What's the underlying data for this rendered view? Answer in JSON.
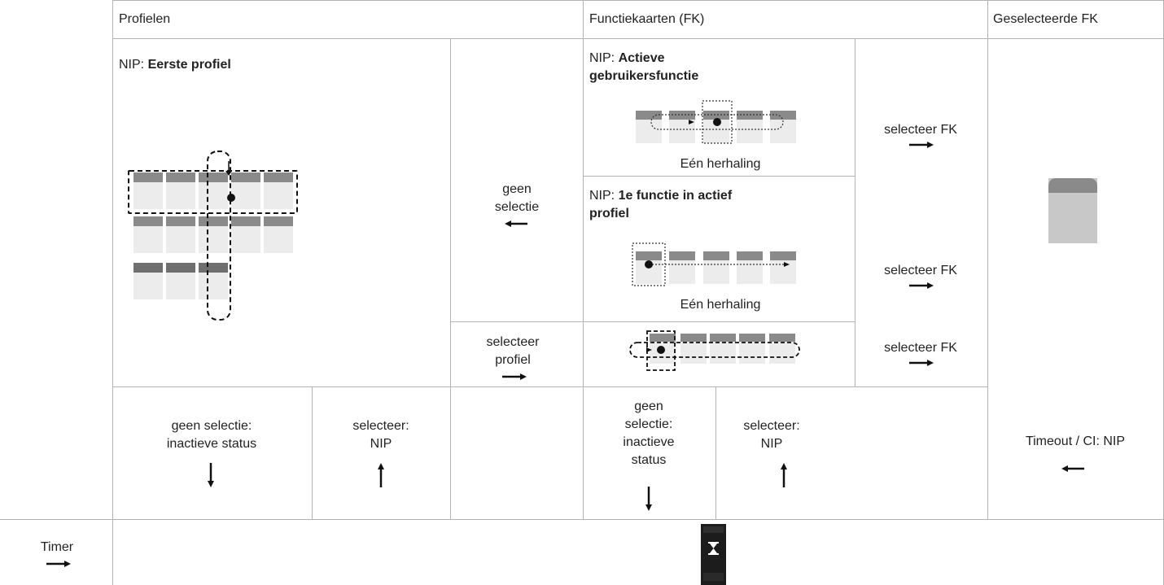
{
  "headers": {
    "profiles": "Profielen",
    "function_cards": "Functiekaarten (FK)",
    "selected_fk": "Geselecteerde FK"
  },
  "profiles_panel": {
    "prefix": "NIP: ",
    "title_bold": "Eerste profiel"
  },
  "fk_panel_1": {
    "prefix": "NIP: ",
    "title_bold": "Actieve gebruikersfunctie",
    "caption": "Eén herhaling"
  },
  "fk_panel_2": {
    "prefix": "NIP: ",
    "title_bold": "1e functie in actief profiel",
    "caption": "Eén herhaling"
  },
  "transitions": {
    "no_selection_left": "geen selectie",
    "select_profile": "selecteer profiel",
    "select_fk_1": "selecteer FK",
    "select_fk_2": "selecteer FK",
    "select_fk_3": "selecteer FK",
    "profiles_no_selection": "geen selectie: inactieve status",
    "profiles_select": "selecteer: NIP",
    "fk_no_selection": "geen selectie: inactieve status",
    "fk_select": "selecteer: NIP",
    "timeout": "Timeout / CI: NIP",
    "timer": "Timer"
  },
  "icons": {
    "selected_card": "function-card-icon",
    "device": "hourglass-device-icon"
  },
  "colors": {
    "grid_line": "#b3b3b3",
    "card_body": "#ececec",
    "card_tab": "#8a8a8a",
    "selected_card_body": "#c8c8c8",
    "selected_card_tab": "#8a8a8a"
  }
}
